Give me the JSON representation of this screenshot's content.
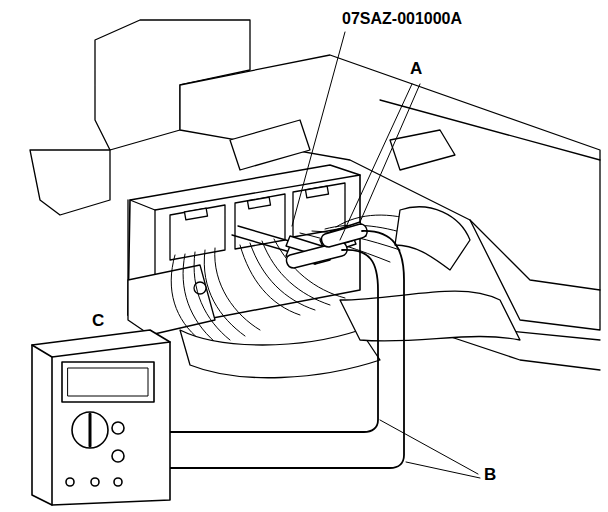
{
  "diagram": {
    "labels": [
      "07SAZ-001000A",
      "A",
      "B",
      "C"
    ]
  }
}
